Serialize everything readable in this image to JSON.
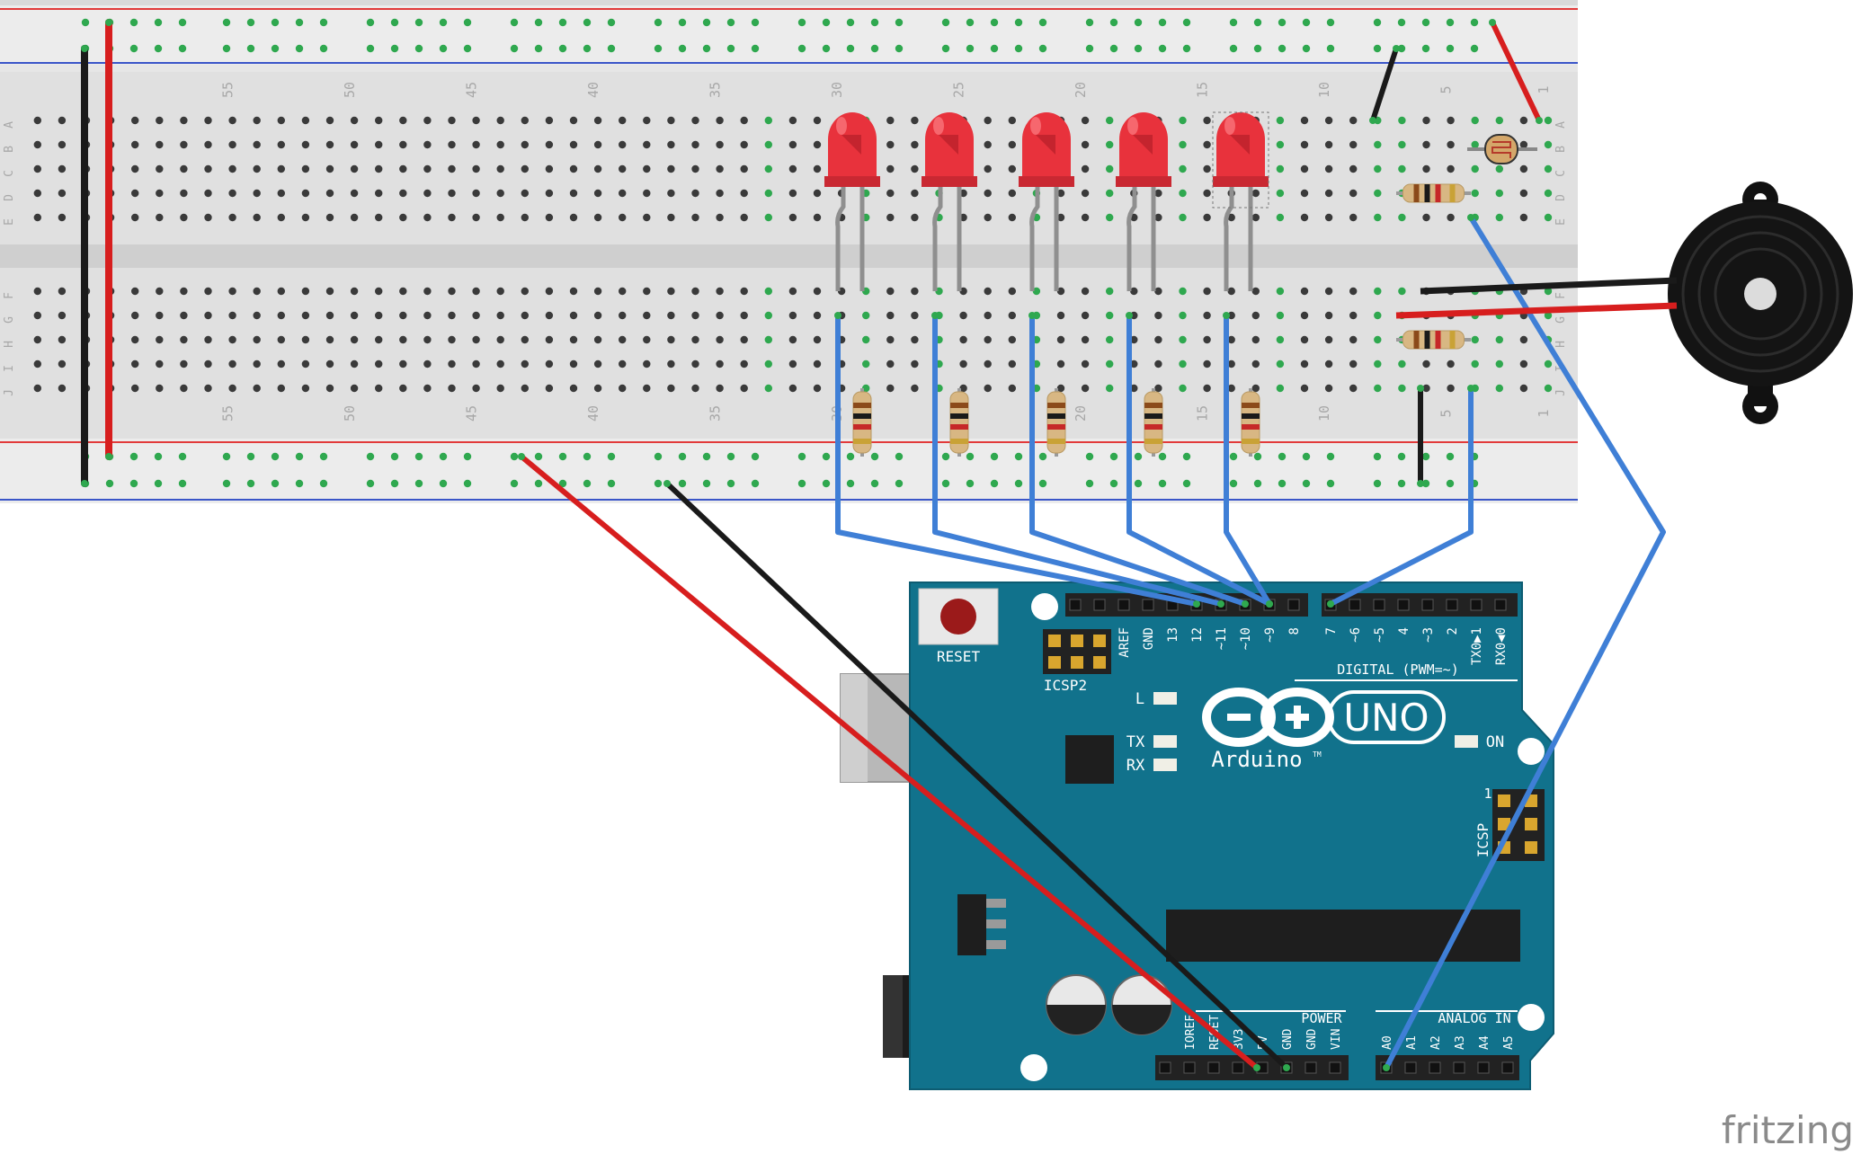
{
  "breadboard": {
    "column_numbers": [
      "55",
      "50",
      "45",
      "40",
      "35",
      "30",
      "25",
      "20",
      "15",
      "10",
      "5",
      "1"
    ],
    "row_letters_top": [
      "A",
      "B",
      "C",
      "D",
      "E"
    ],
    "row_letters_bottom": [
      "F",
      "G",
      "H",
      "I",
      "J"
    ]
  },
  "arduino": {
    "reset_label": "RESET",
    "icsp2_label": "ICSP2",
    "icsp_label": "ICSP",
    "icsp_pin1": "1",
    "digital_label": "DIGITAL (PWM=~)",
    "digital_pins_left": [
      "AREF",
      "GND",
      "13",
      "12",
      "~11",
      "~10",
      "~9",
      "8"
    ],
    "digital_pins_right": [
      "7",
      "~6",
      "~5",
      "4",
      "~3",
      "2",
      "TX0▶1",
      "RX0◀0"
    ],
    "led_l": "L",
    "led_tx": "TX",
    "led_rx": "RX",
    "led_on": "ON",
    "brand": "Arduino",
    "trademark": "TM",
    "model": "UNO",
    "power_label": "POWER",
    "power_pins": [
      "IOREF",
      "RESET",
      "3V3",
      "5V",
      "GND",
      "GND",
      "VIN"
    ],
    "analog_label": "ANALOG IN",
    "analog_pins": [
      "A0",
      "A1",
      "A2",
      "A3",
      "A4",
      "A5"
    ]
  },
  "watermark": "fritzing",
  "colors": {
    "board_blue": "#11728c",
    "breadboard": "#e4e4e4",
    "rail_red": "#e23a3a",
    "rail_blue": "#3a55c8",
    "wire_red": "#d71e1e",
    "wire_black": "#1a1a1a",
    "wire_blue": "#3f7fd6",
    "led_red": "#e8323c",
    "hole_active": "#2fa84f"
  }
}
